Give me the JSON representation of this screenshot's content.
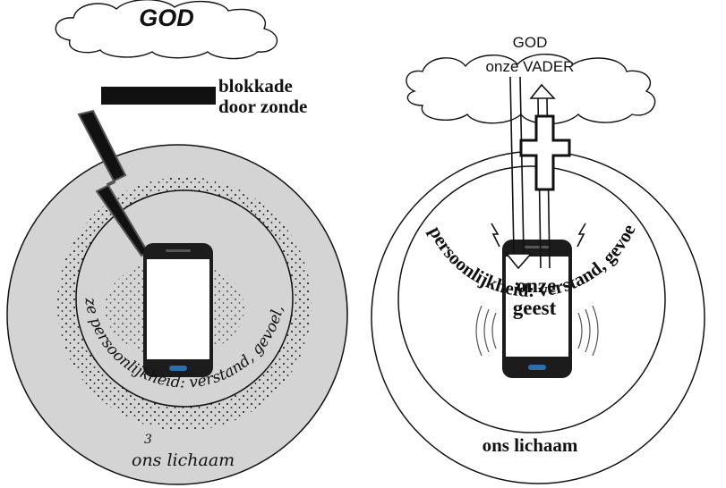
{
  "left_panel": {
    "cloud_label": "GOD",
    "blockade_line1": "blokkade",
    "blockade_line2": "door zonde",
    "personality_text": "onze persoonlijkheid: verstand, gevoel, wil",
    "body_number": "3",
    "body_label": "ons lichaam"
  },
  "right_panel": {
    "cloud_line1": "GOD",
    "cloud_line2": "onze VADER",
    "phone_line1": "onze",
    "phone_line2": "geest",
    "personality_text": "onze persoonlijkheid: verstand, gevoel, wil",
    "body_label": "ons lichaam"
  },
  "colors": {
    "left_fill": "#d4d4d4",
    "stroke": "#111111",
    "phone_body": "#1c1c1c",
    "phone_screen": "#ffffff",
    "phone_button": "#2a6fb0"
  }
}
